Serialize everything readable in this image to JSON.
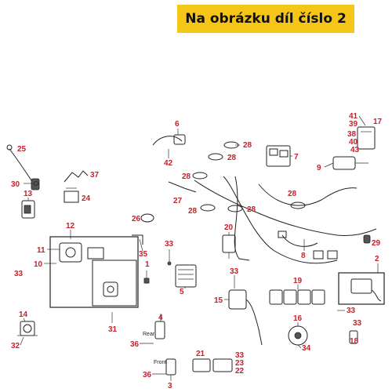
{
  "banner": {
    "text": "Na obrázku díl číslo 2",
    "color": "#f5c518"
  },
  "callout_color": "#c8202a",
  "callouts": [
    {
      "id": "c25",
      "text": "25"
    },
    {
      "id": "c6",
      "text": "6"
    },
    {
      "id": "c42",
      "text": "42"
    },
    {
      "id": "c28a",
      "text": "28"
    },
    {
      "id": "c28b",
      "text": "28"
    },
    {
      "id": "c28c",
      "text": "28"
    },
    {
      "id": "c28d",
      "text": "28"
    },
    {
      "id": "c28e",
      "text": "28"
    },
    {
      "id": "c28f",
      "text": "28"
    },
    {
      "id": "c7",
      "text": "7"
    },
    {
      "id": "c41",
      "text": "41"
    },
    {
      "id": "c39",
      "text": "39"
    },
    {
      "id": "c17",
      "text": "17"
    },
    {
      "id": "c38",
      "text": "38"
    },
    {
      "id": "c40",
      "text": "40"
    },
    {
      "id": "c43",
      "text": "43"
    },
    {
      "id": "c9",
      "text": "9"
    },
    {
      "id": "c30",
      "text": "30"
    },
    {
      "id": "c37",
      "text": "37"
    },
    {
      "id": "c13",
      "text": "13"
    },
    {
      "id": "c24",
      "text": "24"
    },
    {
      "id": "c27",
      "text": "27"
    },
    {
      "id": "c26",
      "text": "26"
    },
    {
      "id": "c12",
      "text": "12"
    },
    {
      "id": "c11",
      "text": "11"
    },
    {
      "id": "c10",
      "text": "10"
    },
    {
      "id": "c35",
      "text": "35"
    },
    {
      "id": "c33a",
      "text": "33"
    },
    {
      "id": "c20",
      "text": "20"
    },
    {
      "id": "c8",
      "text": "8"
    },
    {
      "id": "c29",
      "text": "29"
    },
    {
      "id": "c2",
      "text": "2"
    },
    {
      "id": "c1",
      "text": "1"
    },
    {
      "id": "c5",
      "text": "5"
    },
    {
      "id": "c33b",
      "text": "33"
    },
    {
      "id": "c33c",
      "text": "33"
    },
    {
      "id": "c19",
      "text": "19"
    },
    {
      "id": "c15",
      "text": "15"
    },
    {
      "id": "c33d",
      "text": "33"
    },
    {
      "id": "c14",
      "text": "14"
    },
    {
      "id": "c32",
      "text": "32"
    },
    {
      "id": "c31",
      "text": "31"
    },
    {
      "id": "c4",
      "text": "4"
    },
    {
      "id": "c36a",
      "text": "36"
    },
    {
      "id": "c16",
      "text": "16"
    },
    {
      "id": "c34",
      "text": "34"
    },
    {
      "id": "c33e",
      "text": "33"
    },
    {
      "id": "c18",
      "text": "18"
    },
    {
      "id": "c21",
      "text": "21"
    },
    {
      "id": "c22",
      "text": "22"
    },
    {
      "id": "c33f",
      "text": "33"
    },
    {
      "id": "c23",
      "text": "23"
    },
    {
      "id": "c36b",
      "text": "36"
    },
    {
      "id": "c3",
      "text": "3"
    }
  ],
  "labels": {
    "rear": "Rear",
    "front": "Front"
  }
}
